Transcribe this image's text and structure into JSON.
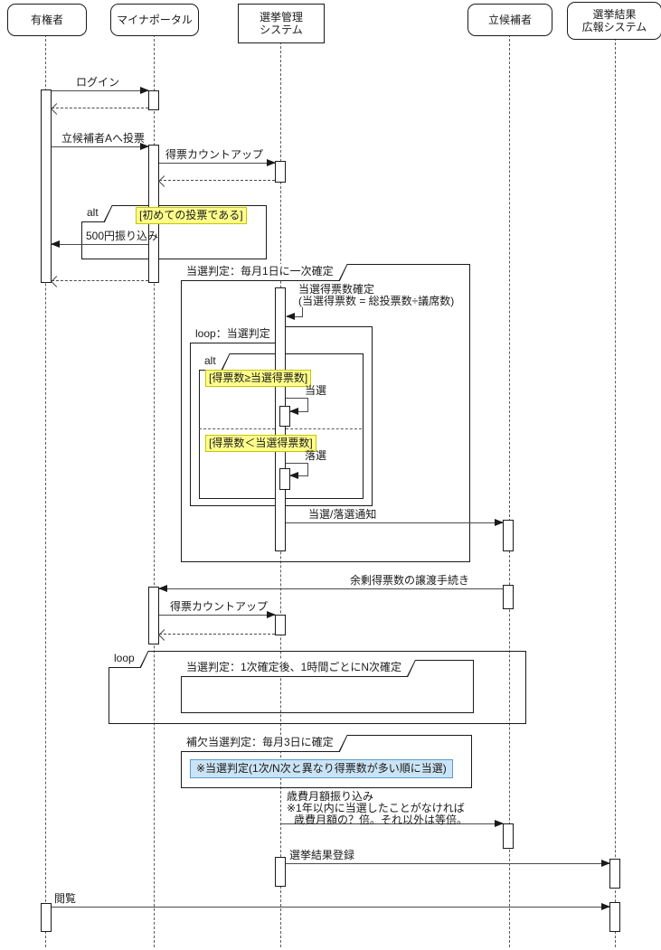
{
  "actors": {
    "voter": "有権者",
    "myna_portal": "マイナポータル",
    "election_system_line1": "選挙管理",
    "election_system_line2": "システム",
    "candidate": "立候補者",
    "results_system_line1": "選挙結果",
    "results_system_line2": "広報システム"
  },
  "messages": {
    "login": "ログイン",
    "vote_for_candidate_a": "立候補者Aへ投票",
    "vote_count_up_1": "得票カウントアップ",
    "transfer_500_yen": "500円振り込み",
    "win_votes_confirm_line1": "当選得票数確定",
    "win_votes_confirm_line2": "(当選得票数 = 総投票数÷議席数)",
    "elected": "当選",
    "not_elected": "落選",
    "win_loss_notification": "当選/落選通知",
    "surplus_vote_transfer": "余剰得票数の譲渡手続き",
    "vote_count_up_2": "得票カウントアップ",
    "salary_transfer_line1": "歳費月額振り込み",
    "salary_transfer_line2": "※1年以内に当選したことがなければ",
    "salary_transfer_line3": "歳費月額の？倍。それ以外は等倍。",
    "register_results": "選挙結果登録",
    "view": "閲覧"
  },
  "fragments": {
    "alt1_label": "alt",
    "alt1_guard": "[初めての投票である]",
    "primary_judgement_title": "当選判定：毎月1日に一次確定",
    "loop1_label": "loop：当選判定",
    "alt2_label": "alt",
    "alt2_guard1": "[得票数≥当選得票数]",
    "alt2_guard2": "[得票数＜当選得票数]",
    "loop2_label": "loop",
    "nth_judgement_title": "当選判定：1次確定後、1時間ごとにN次確定",
    "supplementary_title": "補欠当選判定：毎月3日に確定",
    "supplementary_note": "※当選判定(1次/N次と異なり得票数が多い順に当選)"
  },
  "colors": {
    "guard_bg": "#ffff8c",
    "guard_border": "#c9c400",
    "note_bg": "#cbe4f5",
    "note_border": "#5b9bd5"
  }
}
